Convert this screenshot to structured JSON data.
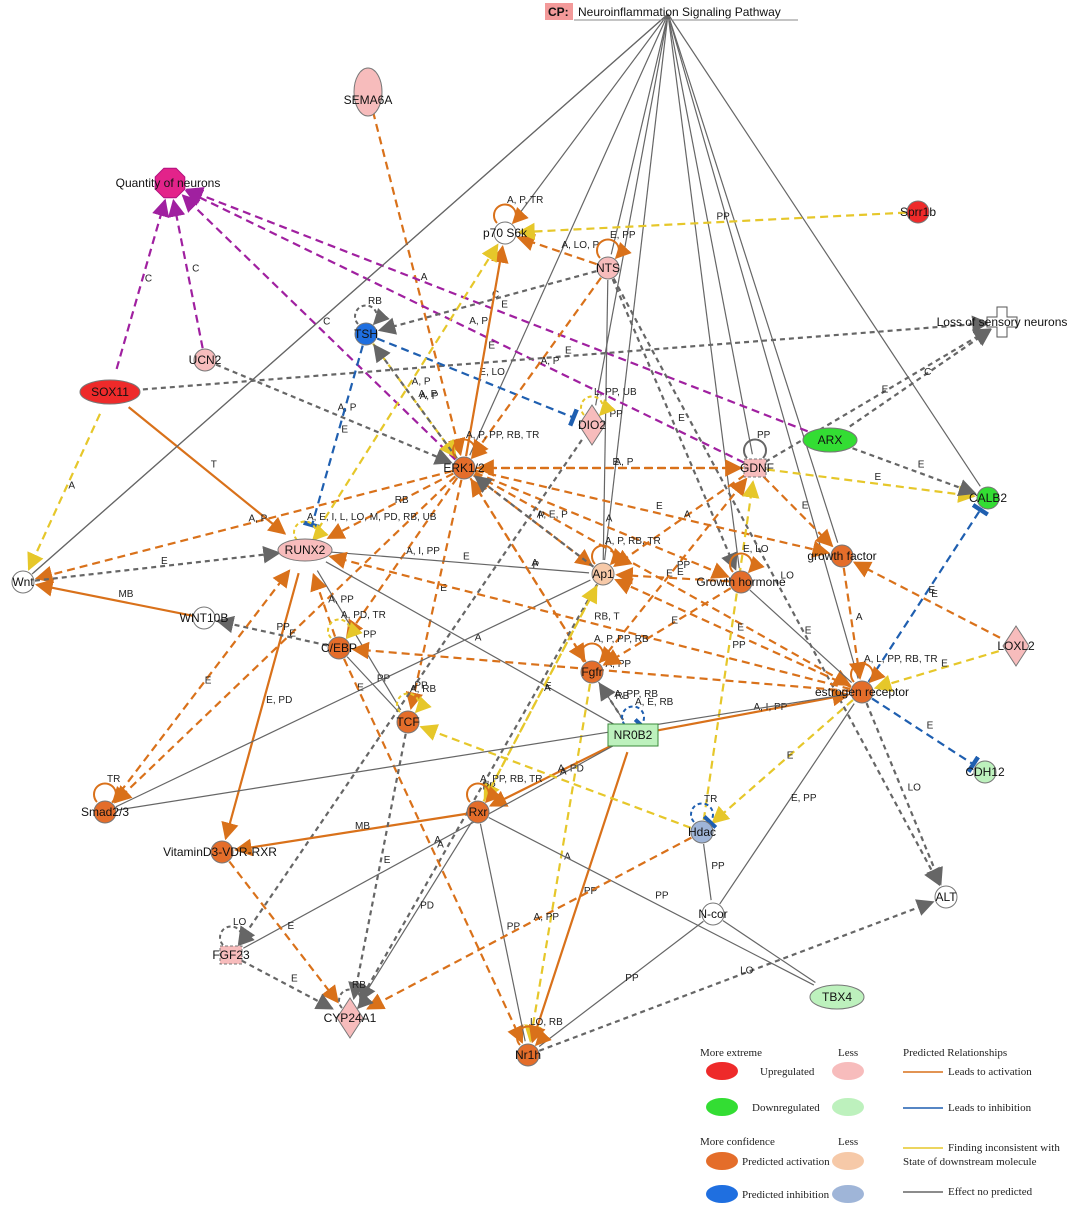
{
  "pathway": {
    "tag": "CP:",
    "title": "Neuroinflammation Signaling Pathway"
  },
  "colors": {
    "up_strong": "#ee2a2a",
    "up_light": "#f7bcbc",
    "down_strong": "#33dd33",
    "down_light": "#bdf1bd",
    "pred_activation": "#e46d2a",
    "pred_activation_light": "#f6c9a8",
    "pred_inhibition": "#1f6fe0",
    "pred_inhibition_light": "#9fb5d8",
    "edge_activation": "#d9711a",
    "edge_inhibition": "#1f5fb0",
    "edge_inconsistent": "#e6c72a",
    "edge_none": "#666666",
    "edge_function": "#a020a0"
  },
  "nodes": [
    {
      "id": "sema6a",
      "label": "SEMA6A"
    },
    {
      "id": "qneurons",
      "label": "Quantity of neurons"
    },
    {
      "id": "p70",
      "label": "p70 S6k"
    },
    {
      "id": "sprr1b",
      "label": "Sprr1b"
    },
    {
      "id": "nts",
      "label": "NTS"
    },
    {
      "id": "tsh",
      "label": "TSH"
    },
    {
      "id": "loss",
      "label": "Loss of sensory neurons"
    },
    {
      "id": "ucn2",
      "label": "UCN2"
    },
    {
      "id": "sox11",
      "label": "SOX11"
    },
    {
      "id": "dio2",
      "label": "DIO2"
    },
    {
      "id": "arx",
      "label": "ARX"
    },
    {
      "id": "erk",
      "label": "ERK1/2"
    },
    {
      "id": "gdnf",
      "label": "GDNF"
    },
    {
      "id": "calb2",
      "label": "CALB2"
    },
    {
      "id": "runx2",
      "label": "RUNX2"
    },
    {
      "id": "wnt",
      "label": "Wnt"
    },
    {
      "id": "ap1",
      "label": "Ap1"
    },
    {
      "id": "gh",
      "label": "Growth hormone"
    },
    {
      "id": "gf",
      "label": "growth factor"
    },
    {
      "id": "wnt10b",
      "label": "WNT10B"
    },
    {
      "id": "cebp",
      "label": "C/EBP"
    },
    {
      "id": "fgfr",
      "label": "Fgfr"
    },
    {
      "id": "loxl2",
      "label": "LOXL2"
    },
    {
      "id": "er",
      "label": "estrogen receptor"
    },
    {
      "id": "tcf",
      "label": "TCF"
    },
    {
      "id": "nr0b2",
      "label": "NR0B2"
    },
    {
      "id": "cdh12",
      "label": "CDH12"
    },
    {
      "id": "smad",
      "label": "Smad2/3"
    },
    {
      "id": "rxr",
      "label": "Rxr"
    },
    {
      "id": "vdr",
      "label": "VitaminD3-VDR-RXR"
    },
    {
      "id": "hdac",
      "label": "Hdac"
    },
    {
      "id": "ncor",
      "label": "N-cor"
    },
    {
      "id": "alt",
      "label": "ALT"
    },
    {
      "id": "fgf23",
      "label": "FGF23"
    },
    {
      "id": "tbx4",
      "label": "TBX4"
    },
    {
      "id": "cyp",
      "label": "CYP24A1"
    },
    {
      "id": "nr1h",
      "label": "Nr1h"
    }
  ],
  "edges": [
    {
      "from": "cp",
      "to": "wnt",
      "type": "none",
      "label": ""
    },
    {
      "from": "cp",
      "to": "erk",
      "type": "none",
      "label": ""
    },
    {
      "from": "cp",
      "to": "p70",
      "type": "none",
      "label": ""
    },
    {
      "from": "cp",
      "to": "nts",
      "type": "none",
      "label": ""
    },
    {
      "from": "cp",
      "to": "dio2",
      "type": "none",
      "label": ""
    },
    {
      "from": "cp",
      "to": "ap1",
      "type": "none",
      "label": ""
    },
    {
      "from": "cp",
      "to": "gdnf",
      "type": "none",
      "label": ""
    },
    {
      "from": "cp",
      "to": "gh",
      "type": "none",
      "label": ""
    },
    {
      "from": "cp",
      "to": "gf",
      "type": "none",
      "label": ""
    },
    {
      "from": "cp",
      "to": "er",
      "type": "none",
      "label": ""
    },
    {
      "from": "cp",
      "to": "calb2",
      "type": "none",
      "label": ""
    },
    {
      "from": "sema6a",
      "to": "erk",
      "type": "activation_dash",
      "label": "A"
    },
    {
      "from": "sox11",
      "to": "qneurons",
      "type": "function",
      "label": "C"
    },
    {
      "from": "ucn2",
      "to": "qneurons",
      "type": "function",
      "label": "C"
    },
    {
      "from": "erk",
      "to": "qneurons",
      "type": "function",
      "label": "C"
    },
    {
      "from": "arx",
      "to": "qneurons",
      "type": "function",
      "label": "E"
    },
    {
      "from": "gdnf",
      "to": "qneurons",
      "type": "function",
      "label": "A, P"
    },
    {
      "from": "sox11",
      "to": "runx2",
      "type": "activation",
      "label": "T"
    },
    {
      "from": "sox11",
      "to": "wnt",
      "type": "inconsistent",
      "label": "A"
    },
    {
      "from": "sox11",
      "to": "loss",
      "type": "none_dash",
      "label": "E"
    },
    {
      "from": "ucn2",
      "to": "erk",
      "type": "none_dash",
      "label": "A, P"
    },
    {
      "from": "tsh",
      "to": "erk",
      "type": "inconsistent",
      "label": "A, P"
    },
    {
      "from": "tsh",
      "to": "runx2",
      "type": "inhibition",
      "label": "E"
    },
    {
      "from": "tsh",
      "to": "dio2",
      "type": "inhibition",
      "label": "E, LO"
    },
    {
      "from": "nts",
      "to": "tsh",
      "type": "none_dash",
      "label": "C"
    },
    {
      "from": "nts",
      "to": "p70",
      "type": "activation_dash",
      "label": "A, LO, P"
    },
    {
      "from": "nts",
      "to": "erk",
      "type": "activation_dash",
      "label": "A, P"
    },
    {
      "from": "nts",
      "to": "ap1",
      "type": "none",
      "label": "PP"
    },
    {
      "from": "nts",
      "to": "gh",
      "type": "none_dash",
      "label": "E"
    },
    {
      "from": "nts",
      "to": "alt",
      "type": "none_dash",
      "label": "LO"
    },
    {
      "from": "erk",
      "to": "p70",
      "type": "activation",
      "label": "E"
    },
    {
      "from": "sprr1b",
      "to": "p70",
      "type": "inconsistent",
      "label": "PP"
    },
    {
      "from": "erk",
      "to": "tsh",
      "type": "none_dash",
      "label": "A, P"
    },
    {
      "from": "erk",
      "to": "runx2",
      "type": "activation_dash",
      "label": "RB"
    },
    {
      "from": "erk",
      "to": "wnt",
      "type": "activation_dash",
      "label": "A, P"
    },
    {
      "from": "erk",
      "to": "cebp",
      "type": "activation_dash",
      "label": "A, I, PP"
    },
    {
      "from": "erk",
      "to": "smad",
      "type": "activation_dash",
      "label": "E"
    },
    {
      "from": "erk",
      "to": "tcf",
      "type": "activation_dash",
      "label": "E"
    },
    {
      "from": "erk",
      "to": "ap1",
      "type": "activation_dash",
      "label": "A, E, P"
    },
    {
      "from": "erk",
      "to": "gh",
      "type": "activation_dash",
      "label": "A"
    },
    {
      "from": "erk",
      "to": "gf",
      "type": "activation_dash",
      "label": "E"
    },
    {
      "from": "erk",
      "to": "er",
      "type": "activation_dash",
      "label": "E"
    },
    {
      "from": "erk",
      "to": "fgfr",
      "type": "activation_dash",
      "label": "A"
    },
    {
      "from": "erk",
      "to": "gdnf",
      "type": "activation_dash",
      "label": "E"
    },
    {
      "from": "gdnf",
      "to": "erk",
      "type": "activation_dash",
      "label": "A, P"
    },
    {
      "from": "dio2",
      "to": "fgf23",
      "type": "none_dash",
      "label": "PP"
    },
    {
      "from": "gdnf",
      "to": "calb2",
      "type": "inconsistent",
      "label": "E"
    },
    {
      "from": "gdnf",
      "to": "gf",
      "type": "activation_dash",
      "label": "E"
    },
    {
      "from": "gdnf",
      "to": "ap1",
      "type": "activation_dash",
      "label": "A"
    },
    {
      "from": "gdnf",
      "to": "loss",
      "type": "none_dash",
      "label": "E"
    },
    {
      "from": "arx",
      "to": "calb2",
      "type": "none_dash",
      "label": "E"
    },
    {
      "from": "arx",
      "to": "loss",
      "type": "none_dash",
      "label": "C"
    },
    {
      "from": "runx2",
      "to": "ap1",
      "type": "none",
      "label": "E"
    },
    {
      "from": "runx2",
      "to": "vdr",
      "type": "activation",
      "label": "E, PD"
    },
    {
      "from": "runx2",
      "to": "tcf",
      "type": "none",
      "label": "PP"
    },
    {
      "from": "runx2",
      "to": "nr0b2",
      "type": "none",
      "label": "A"
    },
    {
      "from": "runx2",
      "to": "p70",
      "type": "inconsistent",
      "label": "A, P"
    },
    {
      "from": "wnt",
      "to": "runx2",
      "type": "none_dash",
      "label": "E"
    },
    {
      "from": "wnt10b",
      "to": "wnt",
      "type": "activation",
      "label": "MB"
    },
    {
      "from": "cebp",
      "to": "wnt10b",
      "type": "none_dash",
      "label": "PP"
    },
    {
      "from": "smad",
      "to": "runx2",
      "type": "activation_dash",
      "label": "E"
    },
    {
      "from": "smad",
      "to": "ap1",
      "type": "none",
      "label": "E"
    },
    {
      "from": "cebp",
      "to": "runx2",
      "type": "activation_dash",
      "label": "A, PP"
    },
    {
      "from": "er",
      "to": "runx2",
      "type": "activation_dash",
      "label": "RB, T"
    },
    {
      "from": "er",
      "to": "cebp",
      "type": "activation_dash",
      "label": "A, PP"
    },
    {
      "from": "er",
      "to": "ap1",
      "type": "activation_dash",
      "label": "E"
    },
    {
      "from": "er",
      "to": "cdh12",
      "type": "inhibition",
      "label": "E"
    },
    {
      "from": "er",
      "to": "calb2",
      "type": "inhibition",
      "label": "E"
    },
    {
      "from": "loxl2",
      "to": "gf",
      "type": "activation_dash",
      "label": "E"
    },
    {
      "from": "loxl2",
      "to": "er",
      "type": "inconsistent",
      "label": "E"
    },
    {
      "from": "gf",
      "to": "er",
      "type": "activation_dash",
      "label": "A"
    },
    {
      "from": "gh",
      "to": "er",
      "type": "none",
      "label": "E"
    },
    {
      "from": "gh",
      "to": "ap1",
      "type": "activation_dash",
      "label": "E"
    },
    {
      "from": "gh",
      "to": "fgfr",
      "type": "activation_dash",
      "label": "E"
    },
    {
      "from": "fgfr",
      "to": "erk",
      "type": "activation_dash",
      "label": "P"
    },
    {
      "from": "fgfr",
      "to": "nr0b2",
      "type": "none",
      "label": "A, PP, RB"
    },
    {
      "from": "fgfr",
      "to": "gdnf",
      "type": "activation_dash",
      "label": "PP"
    },
    {
      "from": "fgfr",
      "to": "nr1h",
      "type": "inconsistent",
      "label": "A"
    },
    {
      "from": "ap1",
      "to": "rxr",
      "type": "inconsistent",
      "label": "E"
    },
    {
      "from": "ap1",
      "to": "erk",
      "type": "none_dash",
      "label": "P"
    },
    {
      "from": "ap1",
      "to": "cyp",
      "type": "none_dash",
      "label": "PP"
    },
    {
      "from": "cebp",
      "to": "nr1h",
      "type": "activation_dash",
      "label": "A"
    },
    {
      "from": "nr0b2",
      "to": "er",
      "type": "activation",
      "label": "A, I, PP"
    },
    {
      "from": "nr0b2",
      "to": "nr1h",
      "type": "activation",
      "label": "PP"
    },
    {
      "from": "nr0b2",
      "to": "rxr",
      "type": "activation",
      "label": "A, PD"
    },
    {
      "from": "nr0b2",
      "to": "fgf23",
      "type": "none",
      "label": "A"
    },
    {
      "from": "nr0b2",
      "to": "fgfr",
      "type": "none_dash",
      "label": "RB"
    },
    {
      "from": "rxr",
      "to": "vdr",
      "type": "activation",
      "label": "MB"
    },
    {
      "from": "rxr",
      "to": "cyp",
      "type": "none",
      "label": "PD"
    },
    {
      "from": "rxr",
      "to": "nr1h",
      "type": "none",
      "label": "PP"
    },
    {
      "from": "rxr",
      "to": "tbx4",
      "type": "none",
      "label": "PP"
    },
    {
      "from": "rxr",
      "to": "ap1",
      "type": "inconsistent",
      "label": "A"
    },
    {
      "from": "vdr",
      "to": "cyp",
      "type": "activation_dash",
      "label": "E"
    },
    {
      "from": "fgf23",
      "to": "cyp",
      "type": "none_dash",
      "label": "E"
    },
    {
      "from": "hdac",
      "to": "tcf",
      "type": "inconsistent",
      "label": "A"
    },
    {
      "from": "hdac",
      "to": "gdnf",
      "type": "inconsistent",
      "label": "PP"
    },
    {
      "from": "hdac",
      "to": "ncor",
      "type": "none",
      "label": "PP"
    },
    {
      "from": "hdac",
      "to": "cyp",
      "type": "activation_dash",
      "label": "A, PP"
    },
    {
      "from": "ncor",
      "to": "er",
      "type": "none",
      "label": "E, PP"
    },
    {
      "from": "ncor",
      "to": "tbx4",
      "type": "none",
      "label": ""
    },
    {
      "from": "ncor",
      "to": "nr1h",
      "type": "none",
      "label": "PP"
    },
    {
      "from": "er",
      "to": "alt",
      "type": "none_dash",
      "label": "LO"
    },
    {
      "from": "nr1h",
      "to": "alt",
      "type": "none_dash",
      "label": "LO"
    },
    {
      "from": "er",
      "to": "hdac",
      "type": "inconsistent",
      "label": "E"
    },
    {
      "from": "tcf",
      "to": "cyp",
      "type": "none_dash",
      "label": "E"
    },
    {
      "from": "cebp",
      "to": "tcf",
      "type": "none",
      "label": "PP"
    },
    {
      "from": "wnt",
      "to": "cp",
      "type": "none",
      "label": ""
    },
    {
      "from": "smad",
      "to": "er",
      "type": "none",
      "label": ""
    }
  ],
  "loops": [
    {
      "node": "p70",
      "label": "A, P, TR",
      "type": "activation"
    },
    {
      "node": "nts",
      "label": "E, PP",
      "type": "activation"
    },
    {
      "node": "tsh",
      "label": "RB",
      "type": "none_dash"
    },
    {
      "node": "dio2",
      "label": "L, PP, UB",
      "type": "inconsistent"
    },
    {
      "node": "gdnf",
      "label": "PP",
      "type": "none"
    },
    {
      "node": "erk",
      "label": "A, P, PP, RB, TR",
      "type": "activation"
    },
    {
      "node": "runx2",
      "label": "A, E, I, L, LO, M, PD, RB, UB",
      "type": "inconsistent"
    },
    {
      "node": "ap1",
      "label": "A, P, RB, TR",
      "type": "activation"
    },
    {
      "node": "gh",
      "label": "E, LO",
      "type": "activation"
    },
    {
      "node": "cebp",
      "label": "A, PD, TR",
      "type": "inconsistent"
    },
    {
      "node": "fgfr",
      "label": "A, P, PP, RB",
      "type": "activation"
    },
    {
      "node": "er",
      "label": "A, L, PP, RB, TR",
      "type": "activation"
    },
    {
      "node": "tcf",
      "label": "A, RB",
      "type": "inconsistent"
    },
    {
      "node": "nr0b2",
      "label": "A, E, RB",
      "type": "inhibition"
    },
    {
      "node": "smad",
      "label": "TR",
      "type": "activation"
    },
    {
      "node": "rxr",
      "label": "A, PP, RB, TR",
      "type": "activation"
    },
    {
      "node": "hdac",
      "label": "TR",
      "type": "inhibition"
    },
    {
      "node": "fgf23",
      "label": "LO",
      "type": "none_dash"
    },
    {
      "node": "cyp",
      "label": "RB",
      "type": "none_dash"
    },
    {
      "node": "nr1h",
      "label": "LO, RB",
      "type": "activation"
    }
  ],
  "legend": {
    "header_extreme": "More extreme",
    "header_less": "Less",
    "upregulated": "Upregulated",
    "downregulated": "Downregulated",
    "header_confidence": "More confidence",
    "header_less2": "Less",
    "pred_activation": "Predicted activation",
    "pred_inhibition": "Predicted inhibition",
    "header_relationships": "Predicted Relationships",
    "rel_activation": "Leads to activation",
    "rel_inhibition": "Leads to inhibition",
    "rel_inconsistent_1": "Finding inconsistent with",
    "rel_inconsistent_2": "State of downstream molecule",
    "rel_none": "Effect no predicted"
  }
}
